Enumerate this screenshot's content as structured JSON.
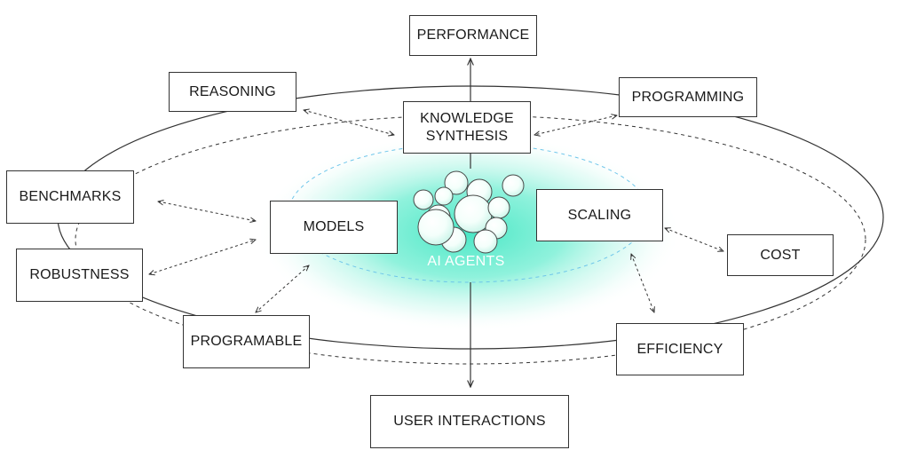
{
  "nodes": {
    "performance": "PERFORMANCE",
    "reasoning": "REASONING",
    "programming": "PROGRAMMING",
    "knowledge_synthesis": "KNOWLEDGE SYNTHESIS",
    "benchmarks": "BENCHMARKS",
    "models": "MODELS",
    "scaling": "SCALING",
    "cost": "COST",
    "robustness": "ROBUSTNESS",
    "programable": "PROGRAMABLE",
    "efficiency": "EFFICIENCY",
    "user_interactions": "USER INTERACTIONS",
    "ai_agents": "AI AGENTS"
  },
  "colors": {
    "glow": "#3fe6c2",
    "glow_edge": "#ffffff",
    "inner_dashed_ellipse": "#6ec6ea",
    "lines": "#333333"
  }
}
